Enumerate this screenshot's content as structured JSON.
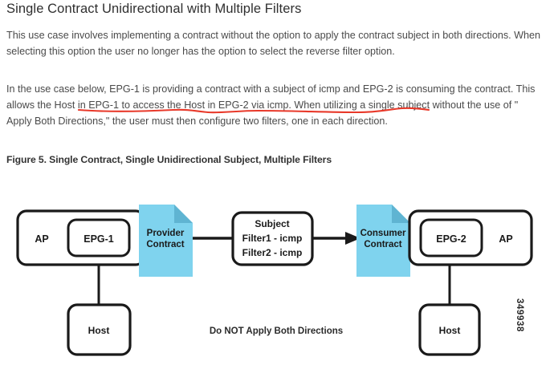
{
  "document": {
    "title": "Single Contract Unidirectional with Multiple Filters",
    "paragraphs": [
      "This use case involves implementing a contract without the option to apply the contract subject in both directions. When selecting this option the user no longer has the option to select the reverse filter option.",
      "In the use case below, EPG-1 is providing a contract with a subject of icmp and EPG-2 is consuming the contract. This allows the Host in EPG-1 to access the Host in EPG-2 via icmp. When utilizing a single subject without the use of \" Apply Both Directions,\"  the user must then configure two filters, one in each direction."
    ],
    "figure_caption": "Figure 5. Single Contract, Single Unidirectional Subject, Multiple Filters",
    "figure_number": "349938"
  },
  "annotation": {
    "type": "hand-drawn-underline",
    "color": "#e8392a",
    "underlined_text": "This allows the Host in EPG-1 to access the Host in EPG-2 via icmp."
  },
  "diagram": {
    "note": "Do NOT Apply Both Directions",
    "colors": {
      "contract_fill": "#7fd3ee",
      "contract_fold": "#5fb4d2",
      "stroke": "#1a1a1a",
      "box_fill": "#ffffff"
    },
    "nodes": {
      "ap_left": "AP",
      "epg_left": "EPG-1",
      "provider_contract_line1": "Provider",
      "provider_contract_line2": "Contract",
      "subject_title": "Subject",
      "subject_filter1": "Filter1 - icmp",
      "subject_filter2": "Filter2 - icmp",
      "consumer_contract_line1": "Consumer",
      "consumer_contract_line2": "Contract",
      "epg_right": "EPG-2",
      "ap_right": "AP",
      "host_left": "Host",
      "host_right": "Host"
    }
  }
}
